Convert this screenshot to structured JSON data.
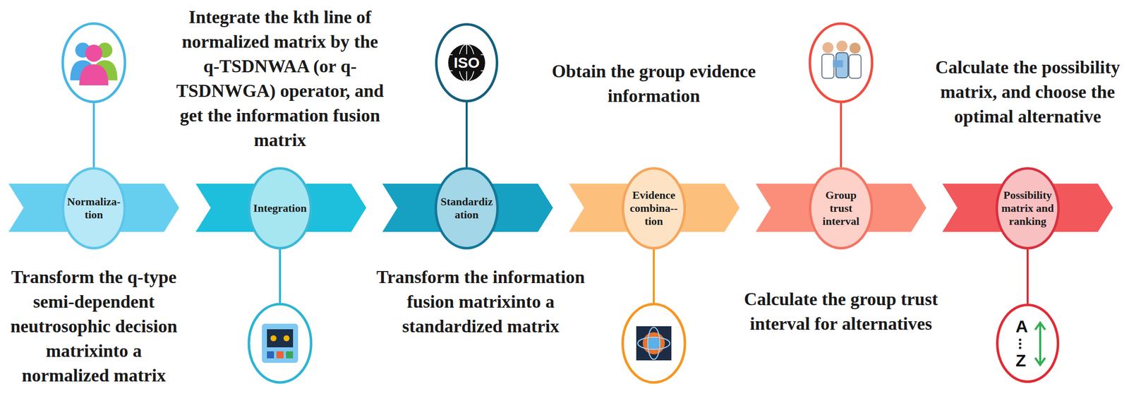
{
  "diagram": {
    "nodes": [
      {
        "text": [
          "Normaliza- tion"
        ]
      },
      {
        "text": [
          "Integration"
        ]
      },
      {
        "text": [
          "Standardiz ation"
        ]
      },
      {
        "text": [
          "Evidence combina-- tion"
        ]
      },
      {
        "text": [
          "Group trust interval"
        ]
      },
      {
        "text": [
          "Possibility matrix and ranking"
        ]
      },
      {
        "text": [
          "ISO"
        ]
      },
      {
        "text": [
          "A",
          "Z"
        ]
      }
    ],
    "edges": [
      {
        "from": 6,
        "to": 2,
        "arrow": "none"
      },
      {
        "from": 7,
        "to": 5,
        "arrow": "none"
      }
    ],
    "labels": [
      "Transform the q-type semi-dependent neutrosophic decision matrixinto a normalized matrix",
      "Integrate the kth line of normalized matrix by the q-TSDNWAA (or q-TSDNWGA) operator, and get the information fusion matrix",
      "Transform the information fusion matrixinto a standardized matrix",
      "Obtain the group evidence information",
      "Calculate the group trust interval for alternatives",
      "Calculate the possibility matrix, and choose the optimal alternative"
    ]
  }
}
